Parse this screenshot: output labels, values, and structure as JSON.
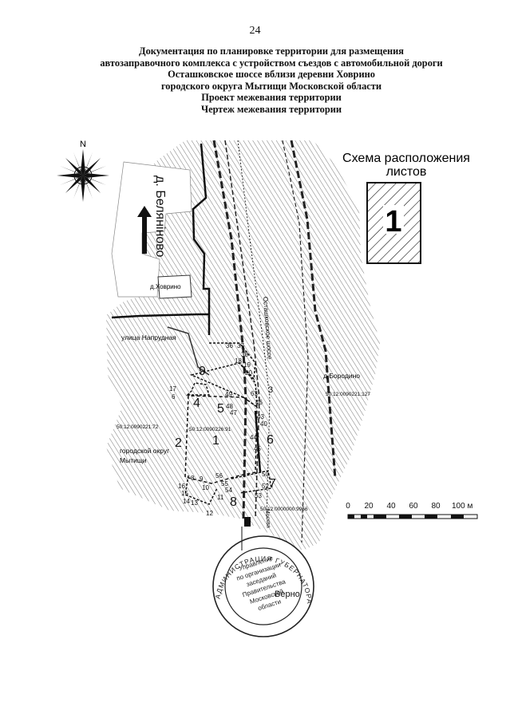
{
  "page_number": "24",
  "title_lines": [
    "Документация по планировке территории для размещения",
    "автозаправочного комплекса с устройством съездов с автомобильной дороги",
    "Осташковское шоссе вблизи деревни Ховрино",
    "городского округа Мытищи Московской области",
    "Проект межевания территории",
    "Чертеж межевания территории"
  ],
  "compass": {
    "north": "N"
  },
  "sheet_scheme": {
    "title_line1": "Схема расположения",
    "title_line2": "листов",
    "sheet": "1"
  },
  "scale_bar": {
    "ticks": [
      "0",
      "20",
      "40",
      "60",
      "80",
      "100 м"
    ]
  },
  "labels": {
    "belyaninovo": "д. Белянiново",
    "khovrino": "д.Ховрино",
    "naprudnaya": "улица Напрудная",
    "ostashkovskoe": "Осташковское шоссе",
    "borodino": "д.Бородино",
    "city_district_1": "городской округ",
    "city_district_2": "Мытищи",
    "moscow": "Москва"
  },
  "cadastral": {
    "c1": "50:12:0090221:127",
    "c2": "50:12:0090221:72",
    "c3": "50:12:0090226:91",
    "c4": "50:12:0000000:9956"
  },
  "zones": [
    "1",
    "2",
    "3",
    "4",
    "5",
    "6",
    "7",
    "8",
    "9"
  ],
  "points": [
    "17",
    "6",
    "49",
    "63",
    "48",
    "46",
    "47",
    "43",
    "44",
    "45",
    "40",
    "18",
    "19",
    "20",
    "36",
    "37",
    "38",
    "8",
    "9",
    "10",
    "11",
    "12",
    "13",
    "14",
    "15",
    "16",
    "56",
    "55",
    "54",
    "53",
    "52",
    "50"
  ],
  "stamp": {
    "ring_text": "АДМИНИСТРАЦИЯ ГУБЕРНАТОРА МОСКОВСКОЙ ОБЛАСТИ",
    "lines": [
      "Управление",
      "по организации",
      "заседаний",
      "Правительства",
      "Московской",
      "области"
    ],
    "verno": "Верно"
  }
}
